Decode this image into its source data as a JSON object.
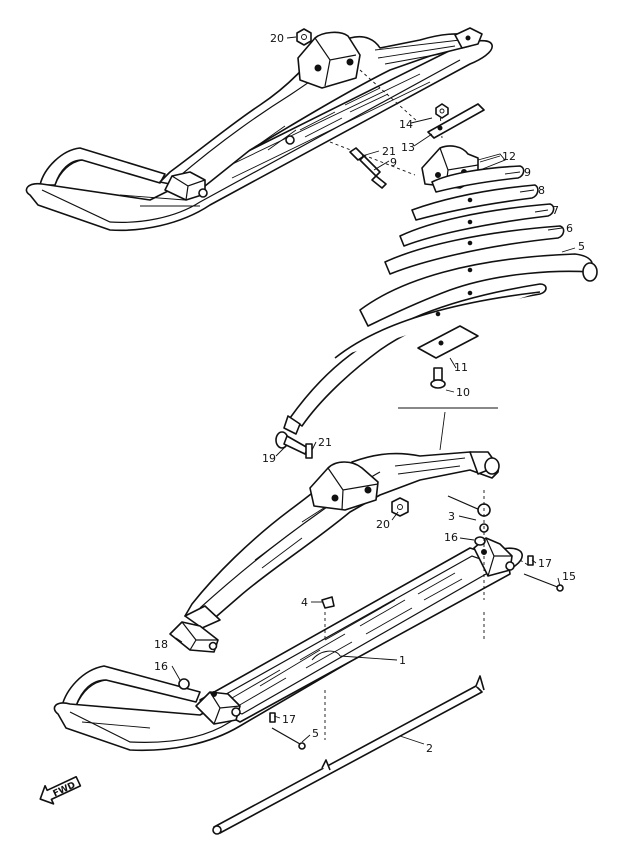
{
  "callouts": {
    "c1": "1",
    "c2": "2",
    "c3": "3",
    "c4": "4",
    "c5a": "5",
    "c5b": "5",
    "c6": "6",
    "c7": "7",
    "c8": "8",
    "c9a": "9",
    "c9b": "9",
    "c10": "10",
    "c11": "11",
    "c12": "12",
    "c13": "13",
    "c14": "14",
    "c15": "15",
    "c16a": "16",
    "c16b": "16",
    "c17a": "17",
    "c17b": "17",
    "c18": "18",
    "c19": "19",
    "c20a": "20",
    "c20b": "20",
    "c21a": "21",
    "c21b": "21"
  },
  "fwd_label": "FWD",
  "icons": {
    "fwd": "fwd-arrow-icon"
  }
}
